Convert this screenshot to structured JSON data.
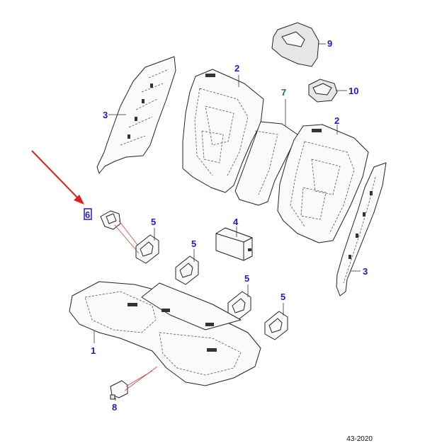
{
  "callouts": {
    "c1": "1",
    "c2a": "2",
    "c2b": "2",
    "c3a": "3",
    "c3b": "3",
    "c4": "4",
    "c5a": "5",
    "c5b": "5",
    "c5c": "5",
    "c5d": "5",
    "c6": "6",
    "c7": "7",
    "c8": "8",
    "c9": "9",
    "c10": "10"
  },
  "reference_code": "43-2020",
  "colors": {
    "callout_blue": "#1a1ad4",
    "callout_green": "#1e7a1e",
    "arrow_red": "#e02020",
    "line": "#222222"
  }
}
